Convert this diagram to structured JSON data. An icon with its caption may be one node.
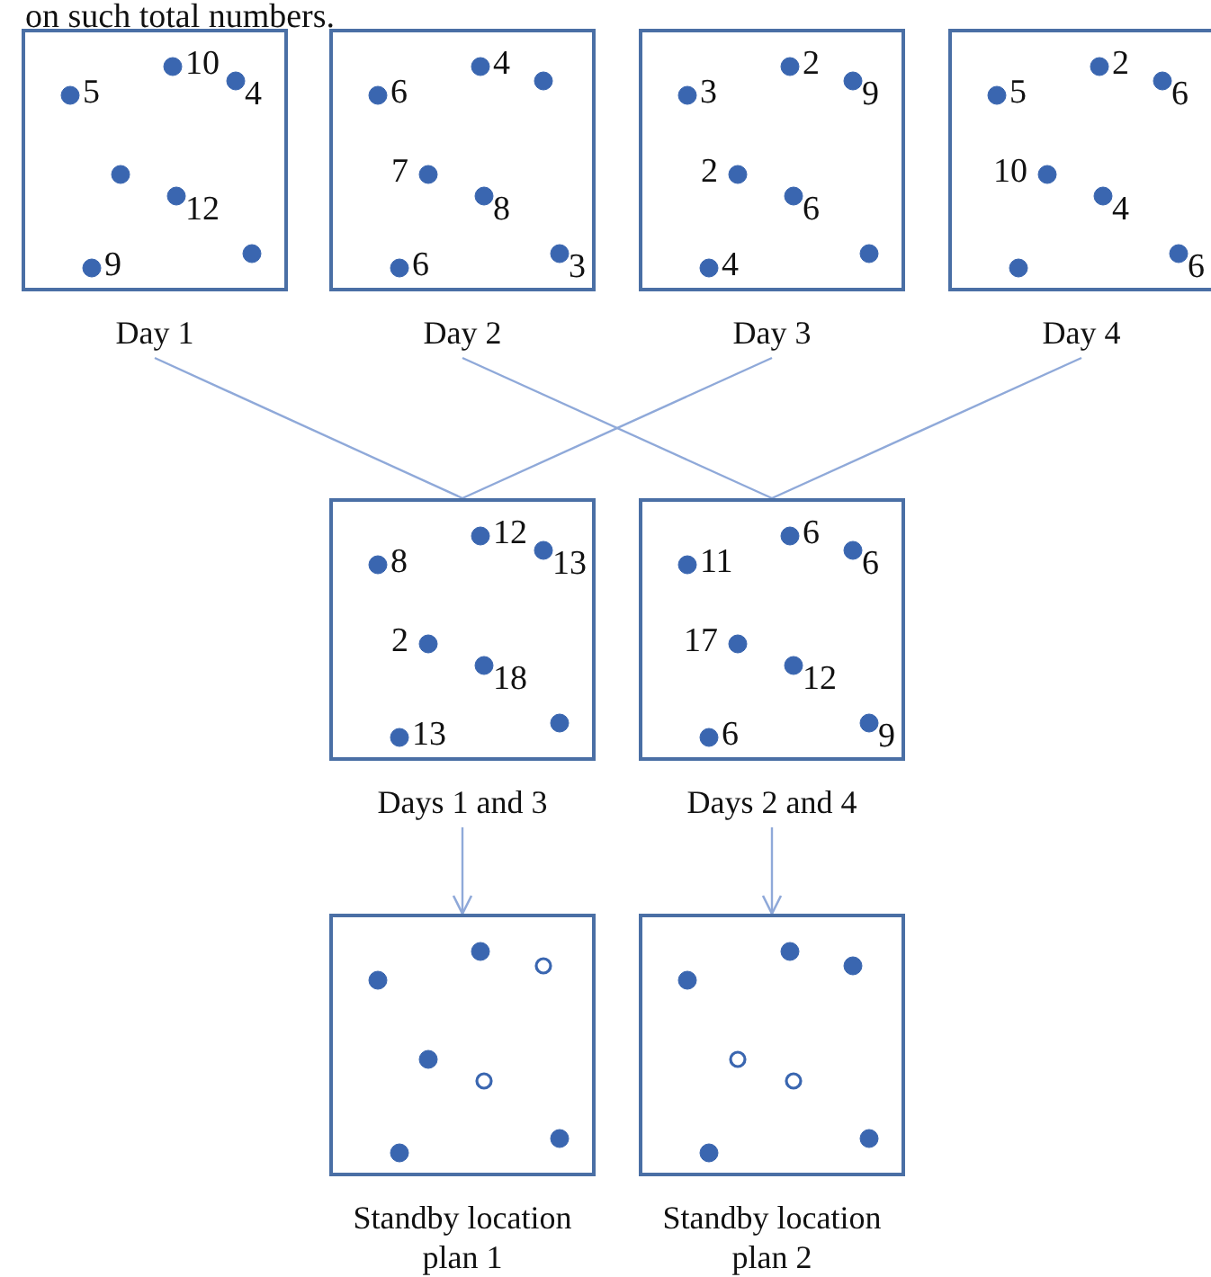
{
  "diagram": {
    "nodes": [
      {
        "text": [
          "10",
          "5",
          "4",
          "12",
          "9"
        ],
        "beside": [
          "Day 1"
        ]
      },
      {
        "text": [
          "4",
          "6",
          "7",
          "8",
          "3",
          "6"
        ],
        "beside": [
          "Day 2"
        ]
      },
      {
        "text": [
          "2",
          "3",
          "9",
          "2",
          "6",
          "4"
        ],
        "beside": [
          "Day 3"
        ]
      },
      {
        "text": [
          "2",
          "5",
          "6",
          "10",
          "4",
          "6"
        ],
        "beside": [
          "Day 4"
        ]
      },
      {
        "text": [
          "12",
          "8",
          "13",
          "2",
          "18",
          "13"
        ],
        "beside": [
          "Days 1 and 3"
        ]
      },
      {
        "text": [
          "6",
          "11",
          "6",
          "17",
          "12",
          "9",
          "6"
        ],
        "beside": [
          "Days 2 and 4"
        ]
      },
      {
        "text": [],
        "shape": "box",
        "beside": [
          "Standby location plan 1"
        ]
      },
      {
        "text": [],
        "shape": "box",
        "beside": [
          "Standby location plan 2"
        ]
      }
    ],
    "edges": [
      {
        "from": 0,
        "to": 4,
        "arrow": "none"
      },
      {
        "from": 2,
        "to": 4,
        "arrow": "none"
      },
      {
        "from": 1,
        "to": 5,
        "arrow": "none"
      },
      {
        "from": 3,
        "to": 5,
        "arrow": "none"
      },
      {
        "from": 4,
        "to": 6,
        "arrow": "to"
      },
      {
        "from": 5,
        "to": 7,
        "arrow": "to"
      }
    ],
    "labels": [
      "on such total numbers."
    ]
  }
}
